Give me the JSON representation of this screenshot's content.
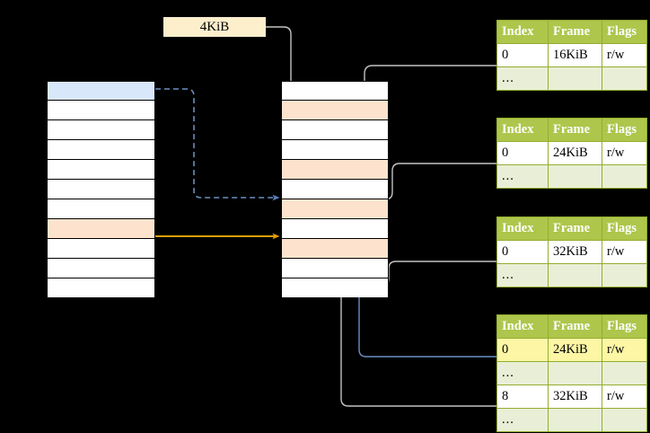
{
  "diagram": {
    "title_label": "4KiB",
    "accent_colors": {
      "header_green": "#AEC64B",
      "ellipsis_green": "#E9EFD6",
      "highlight_yellow": "#FCF6A5",
      "row_blue": "#D9E7FA",
      "row_orange": "#FDE3CD",
      "label_cream": "#FDEECC",
      "wire_gray": "#BFBFBF",
      "wire_blue": "#6A8FC0",
      "wire_orange": "#E3A008"
    }
  },
  "virtual_column": {
    "name": "virtual-address-space",
    "row_count": 11,
    "rows": [
      {
        "fill": "blue"
      },
      {
        "fill": "white"
      },
      {
        "fill": "white"
      },
      {
        "fill": "white"
      },
      {
        "fill": "white"
      },
      {
        "fill": "white"
      },
      {
        "fill": "white"
      },
      {
        "fill": "orange"
      },
      {
        "fill": "white"
      },
      {
        "fill": "white"
      },
      {
        "fill": "white"
      }
    ]
  },
  "physical_column": {
    "name": "physical-memory",
    "row_count": 11,
    "rows": [
      {
        "fill": "white"
      },
      {
        "fill": "orange"
      },
      {
        "fill": "white"
      },
      {
        "fill": "white"
      },
      {
        "fill": "orange"
      },
      {
        "fill": "white"
      },
      {
        "fill": "orange"
      },
      {
        "fill": "white"
      },
      {
        "fill": "orange"
      },
      {
        "fill": "white"
      },
      {
        "fill": "white"
      }
    ]
  },
  "tables": [
    {
      "name": "page-table-level-1",
      "headers": [
        "Index",
        "Frame",
        "Flags"
      ],
      "rows": [
        {
          "type": "data",
          "index": "0",
          "frame": "16KiB",
          "flags": "r/w",
          "highlight": false
        },
        {
          "type": "ellipsis",
          "index": "...",
          "frame": "",
          "flags": "",
          "highlight": false
        }
      ]
    },
    {
      "name": "page-table-level-2",
      "headers": [
        "Index",
        "Frame",
        "Flags"
      ],
      "rows": [
        {
          "type": "data",
          "index": "0",
          "frame": "24KiB",
          "flags": "r/w",
          "highlight": false
        },
        {
          "type": "ellipsis",
          "index": "...",
          "frame": "",
          "flags": "",
          "highlight": false
        }
      ]
    },
    {
      "name": "page-table-level-3",
      "headers": [
        "Index",
        "Frame",
        "Flags"
      ],
      "rows": [
        {
          "type": "data",
          "index": "0",
          "frame": "32KiB",
          "flags": "r/w",
          "highlight": false
        },
        {
          "type": "ellipsis",
          "index": "...",
          "frame": "",
          "flags": "",
          "highlight": false
        }
      ]
    },
    {
      "name": "page-table-level-4",
      "headers": [
        "Index",
        "Frame",
        "Flags"
      ],
      "rows": [
        {
          "type": "data",
          "index": "0",
          "frame": "24KiB",
          "flags": "r/w",
          "highlight": true
        },
        {
          "type": "ellipsis",
          "index": "...",
          "frame": "",
          "flags": "",
          "highlight": false
        },
        {
          "type": "data",
          "index": "8",
          "frame": "32KiB",
          "flags": "r/w",
          "highlight": false
        },
        {
          "type": "ellipsis",
          "index": "...",
          "frame": "",
          "flags": "",
          "highlight": false
        }
      ]
    }
  ]
}
